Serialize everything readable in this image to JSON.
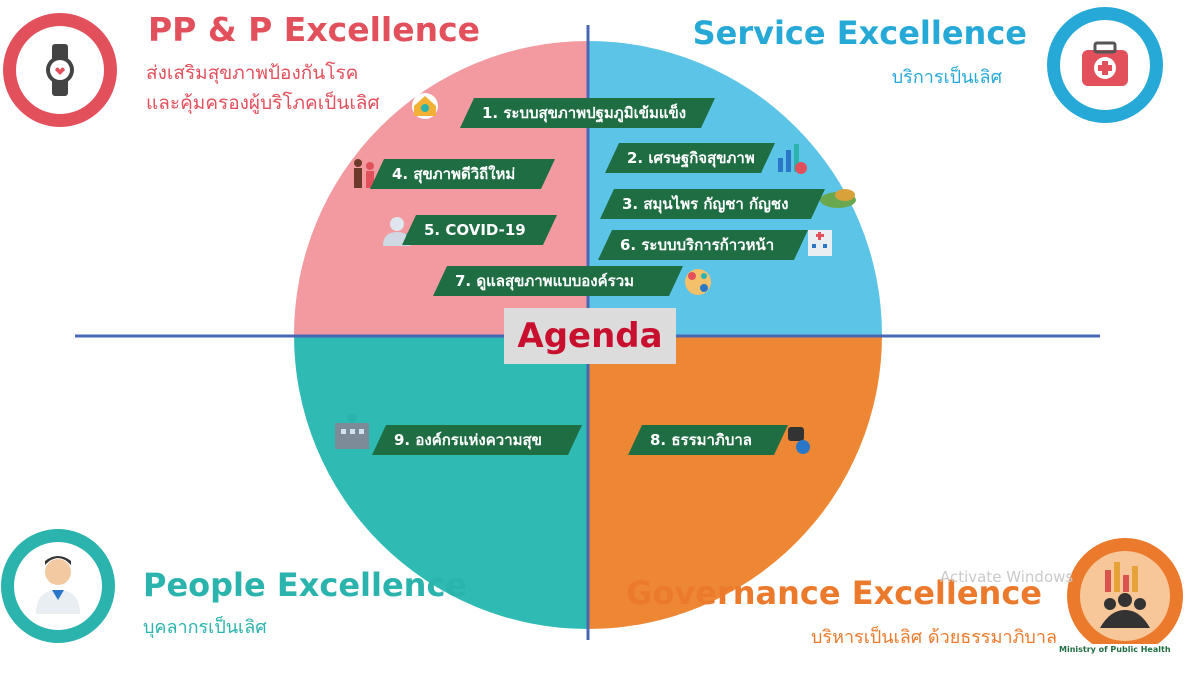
{
  "quadrants": {
    "pp": {
      "title": "PP & P Excellence",
      "sub1": "ส่งเสริมสุขภาพป้องกันโรค",
      "sub2": "และคุ้มครองผู้บริโภคเป็นเลิศ",
      "color": "#e2505c",
      "icon": "smartwatch-heart-icon"
    },
    "service": {
      "title": "Service Excellence",
      "sub": "บริการเป็นเลิศ",
      "color": "#26a9d6",
      "icon": "first-aid-kit-icon"
    },
    "people": {
      "title": "People Excellence",
      "sub": "บุคลากรเป็นเลิศ",
      "color": "#2bb3ad",
      "icon": "doctor-icon"
    },
    "governance": {
      "title": "Governance Excellence",
      "sub": "บริหารเป็นเลิศ ด้วยธรรมาภิบาล",
      "color": "#ec7a2c",
      "icon": "team-chart-icon"
    }
  },
  "center_label": "Agenda",
  "agenda_items": [
    {
      "label": "1. ระบบสุขภาพปฐมภูมิเข้มแข็ง",
      "icon": "primary-care-icon"
    },
    {
      "label": "2. เศรษฐกิจสุขภาพ",
      "icon": "health-economy-chart-icon"
    },
    {
      "label": "3. สมุนไพร กัญชา กัญชง",
      "icon": "herbs-icon"
    },
    {
      "label": "4. สุขภาพดีวิถีใหม่",
      "icon": "family-icon"
    },
    {
      "label": "5. COVID-19",
      "icon": "ppe-worker-icon"
    },
    {
      "label": "6. ระบบบริการก้าวหน้า",
      "icon": "hospital-icon"
    },
    {
      "label": "7. ดูแลสุขภาพแบบองค์รวม",
      "icon": "holistic-care-icon"
    },
    {
      "label": "8. ธรรมาภิบาล",
      "icon": "fist-globe-icon"
    },
    {
      "label": "9. องค์กรแห่งความสุข",
      "icon": "organization-building-icon"
    }
  ],
  "colors": {
    "pink": "#f39aa1",
    "blue": "#5cc4e6",
    "teal": "#2fbab4",
    "orange": "#ee8733",
    "pill": "#1f6e43",
    "axis": "#4a67b3",
    "agenda_text": "#c8102e"
  },
  "overlay": {
    "watermark": "Activate Windows",
    "ministry": "Ministry of Public Health"
  }
}
